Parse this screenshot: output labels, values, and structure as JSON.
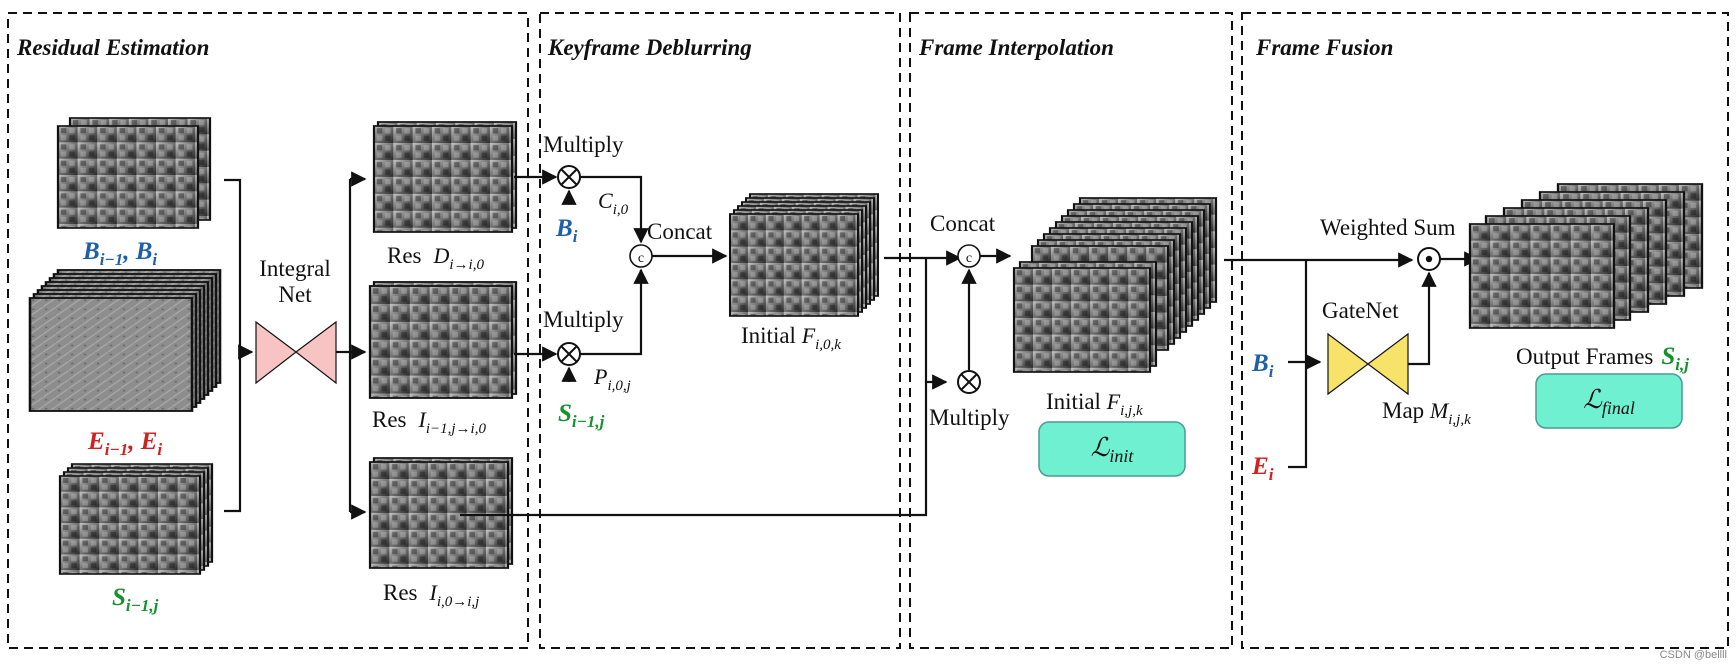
{
  "sections": {
    "residual": "Residual Estimation",
    "deblur": "Keyframe Deblurring",
    "interp": "Frame Interpolation",
    "fusion": "Frame Fusion"
  },
  "labels": {
    "integral_net_line1": "Integral",
    "integral_net_line2": "Net",
    "multiply_top": "Multiply",
    "multiply_bottom": "Multiply",
    "multiply_interp": "Multiply",
    "concat_deblur": "Concat",
    "concat_interp": "Concat",
    "weighted_sum": "Weighted Sum",
    "gatenet": "GateNet",
    "map_prefix": "Map ",
    "res_prefix": "Res",
    "initial_prefix": "Initial ",
    "output_frames": "Output Frames",
    "concat_symbol": "c",
    "watermark": "CSDN @bellll"
  },
  "math": {
    "res_d_main": "D",
    "res_d_sub": "i→i,0",
    "res_i1_main": "I",
    "res_i1_sub": "i−1,j→i,0",
    "res_i2_main": "I",
    "res_i2_sub": "i,0→i,j",
    "c_main": "C",
    "c_sub": "i,0",
    "p_main": "P",
    "p_sub": "i,0,j",
    "f0_main": "F",
    "f0_sub": "i,0,k",
    "fj_main": "F",
    "fj_sub": "i,j,k",
    "m_main": "M",
    "m_sub": "i,j,k"
  },
  "variables": {
    "b_pair": {
      "a": "B",
      "a_sub": "i−1",
      "sep": ", ",
      "b": "B",
      "b_sub": "i"
    },
    "e_pair": {
      "a": "E",
      "a_sub": "i−1",
      "sep": ", ",
      "b": "E",
      "b_sub": "i"
    },
    "s_prev": {
      "a": "S",
      "a_sub": "i−1,j"
    },
    "b_i_deblur": {
      "a": "B",
      "a_sub": "i"
    },
    "s_prev_deblur": {
      "a": "S",
      "a_sub": "i−1,j"
    },
    "b_i_fusion": {
      "a": "B",
      "a_sub": "i"
    },
    "e_i_fusion": {
      "a": "E",
      "a_sub": "i"
    },
    "s_out": {
      "a": "S",
      "a_sub": "i,j"
    }
  },
  "losses": {
    "init": {
      "main": "ℒ",
      "sub": "init"
    },
    "final": {
      "main": "ℒ",
      "sub": "final"
    }
  },
  "colors": {
    "blur_blue": "#1f5fa8",
    "event_red": "#d21f1f",
    "sharp_green": "#14922b",
    "integral_net_fill": "#f7c3c3",
    "gatenet_fill": "#f8e36a",
    "loss_fill": "#6ff0d0",
    "loss_stroke": "#4a9a96"
  }
}
